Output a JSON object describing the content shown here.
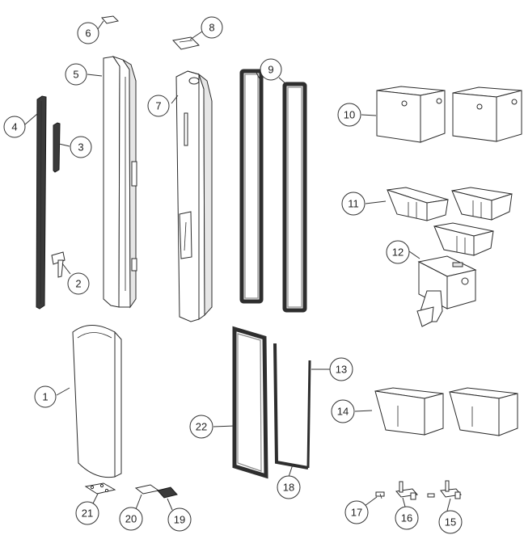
{
  "diagram": {
    "type": "exploded-parts-view",
    "callouts": [
      {
        "label": "1"
      },
      {
        "label": "2"
      },
      {
        "label": "3"
      },
      {
        "label": "4"
      },
      {
        "label": "5"
      },
      {
        "label": "6"
      },
      {
        "label": "7"
      },
      {
        "label": "8"
      },
      {
        "label": "9"
      },
      {
        "label": "10"
      },
      {
        "label": "11"
      },
      {
        "label": "12"
      },
      {
        "label": "13"
      },
      {
        "label": "14"
      },
      {
        "label": "15"
      },
      {
        "label": "16"
      },
      {
        "label": "17"
      },
      {
        "label": "18"
      },
      {
        "label": "19"
      },
      {
        "label": "20"
      },
      {
        "label": "21"
      },
      {
        "label": "22"
      }
    ]
  },
  "colors": {
    "line": "#2b2b2b",
    "background": "#ffffff",
    "gasket": "#2e2e2e"
  }
}
